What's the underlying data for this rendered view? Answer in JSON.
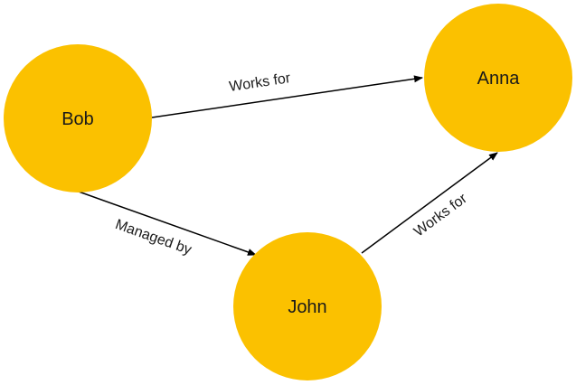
{
  "colors": {
    "node_fill": "#fbc100",
    "edge": "#000000",
    "text": "#1a1a1a"
  },
  "diagram": {
    "nodes": [
      {
        "id": "bob",
        "label": "Bob"
      },
      {
        "id": "anna",
        "label": "Anna"
      },
      {
        "id": "john",
        "label": "John"
      }
    ],
    "edges": [
      {
        "from": "Bob",
        "to": "Anna",
        "label": "Works for"
      },
      {
        "from": "Bob",
        "to": "John",
        "label": "Managed by"
      },
      {
        "from": "John",
        "to": "Anna",
        "label": "Works for"
      }
    ]
  }
}
